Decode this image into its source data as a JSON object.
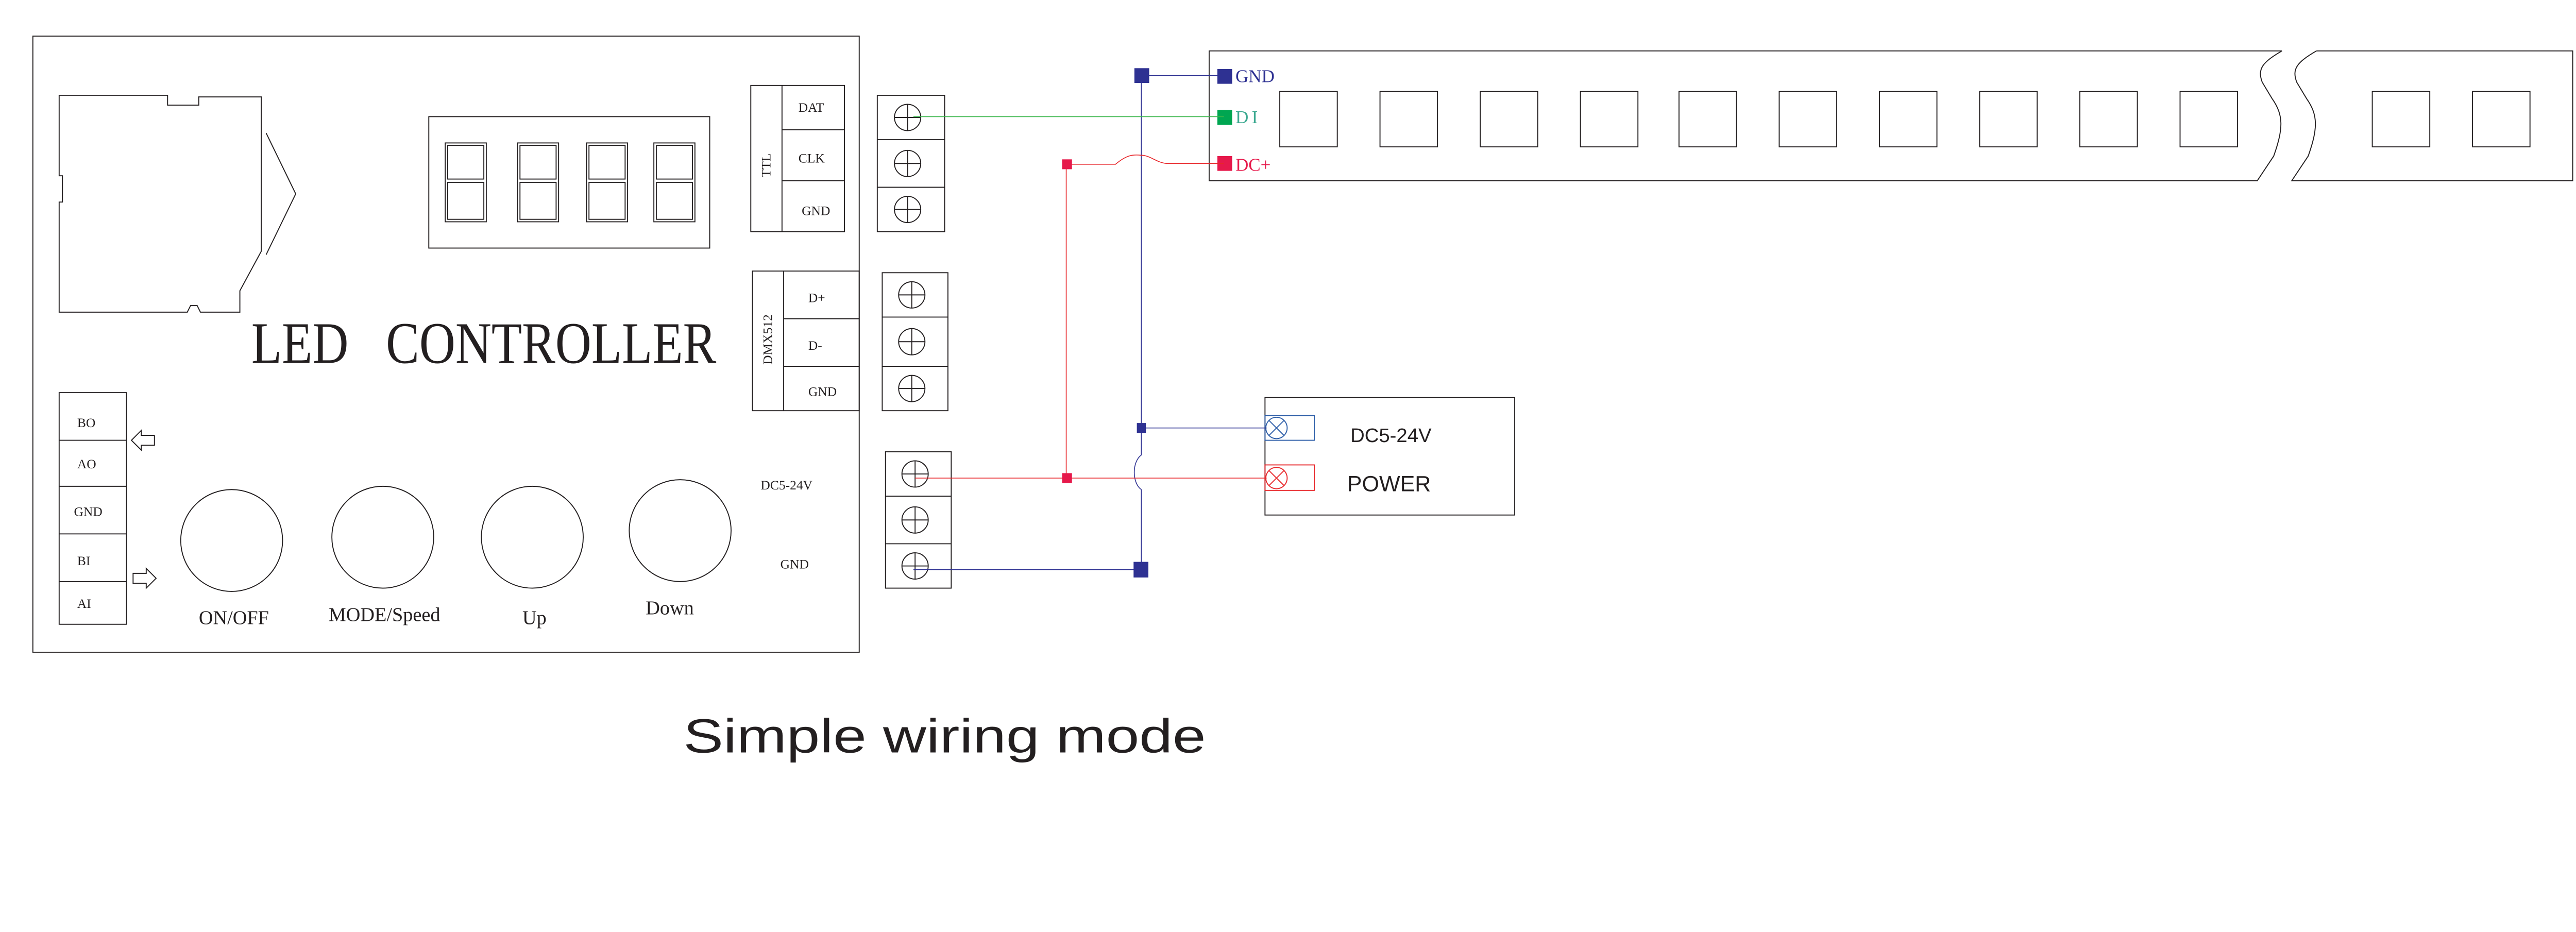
{
  "controller": {
    "title": "LED   CONTROLLER",
    "ttl_label": "TTL",
    "ttl_pins": [
      "DAT",
      "CLK",
      "GND"
    ],
    "dmx_label": "DMX512",
    "dmx_pins": [
      "D+",
      "D-",
      "GND"
    ],
    "power_pins": [
      "DC5-24V",
      "GND"
    ],
    "aux_pins": [
      "BO",
      "AO",
      "GND",
      "BI",
      "AI"
    ],
    "buttons": [
      "ON/OFF",
      "MODE/Speed",
      "Up",
      "Down"
    ]
  },
  "strip": {
    "pins": [
      "GND",
      "DI",
      "DC+"
    ]
  },
  "power_supply": {
    "voltage": "DC5-24V",
    "label": "POWER"
  },
  "caption": "Simple wiring mode",
  "colors": {
    "gnd_wire": "#2e3192",
    "data_wire": "#39b54a",
    "data_pad": "#00a651",
    "data_text": "#3aa88f",
    "power_wire": "#e8262a",
    "power_pad": "#e6194b",
    "outline": "#231f20"
  }
}
